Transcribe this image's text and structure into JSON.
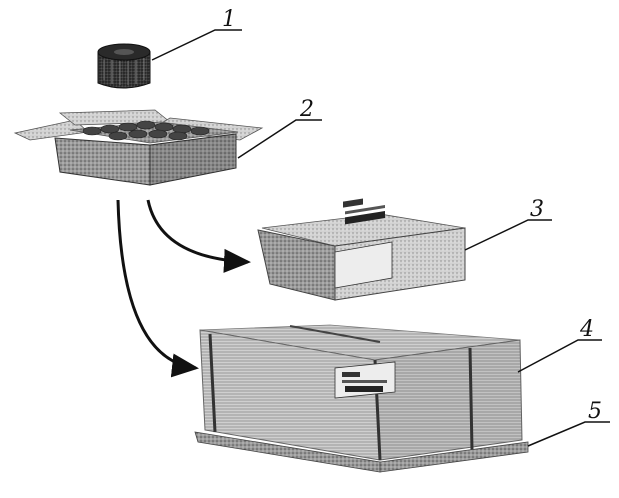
{
  "callouts": [
    {
      "id": "1",
      "label": "1"
    },
    {
      "id": "2",
      "label": "2"
    },
    {
      "id": "3",
      "label": "3"
    },
    {
      "id": "4",
      "label": "4"
    },
    {
      "id": "5",
      "label": "5"
    }
  ],
  "colors": {
    "ink": "#111111",
    "dark_fill": "#2a2a2a",
    "mid_fill": "#7d7d7d",
    "light_fill": "#c9c9c9",
    "wrap_fill": "#b8b8b8"
  },
  "icons": {
    "arrow": "arrow-icon"
  }
}
